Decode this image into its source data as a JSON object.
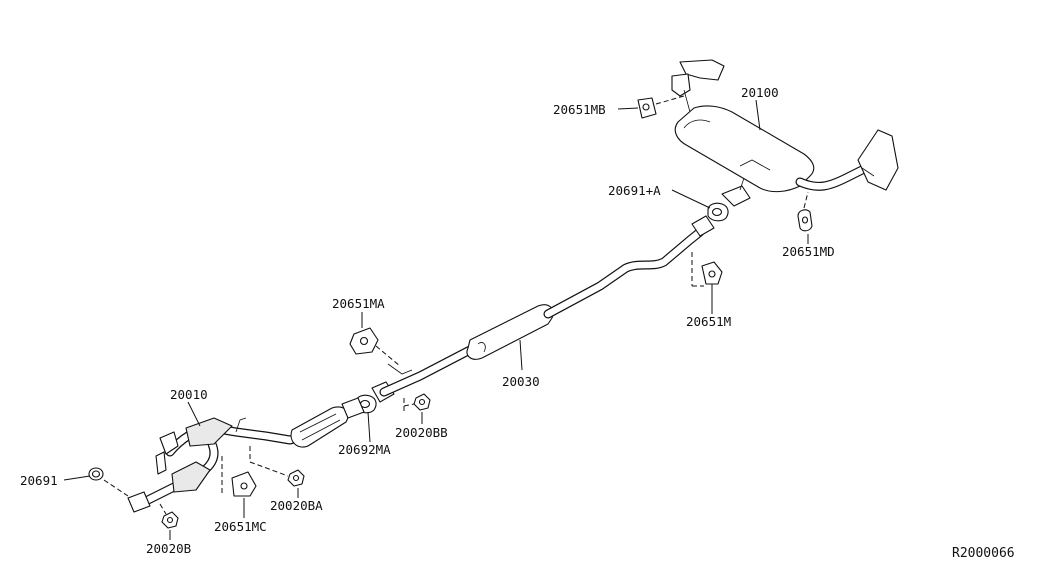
{
  "diagram": {
    "reference_code": "R2000066",
    "parts": [
      {
        "id": "muffler-assembly",
        "label": "20100"
      },
      {
        "id": "mounting-insulator-mb",
        "label": "20651MB"
      },
      {
        "id": "gasket-a",
        "label": "20691+A"
      },
      {
        "id": "mounting-insulator-md",
        "label": "20651MD"
      },
      {
        "id": "mounting-insulator-m",
        "label": "20651M"
      },
      {
        "id": "mounting-insulator-ma",
        "label": "20651MA"
      },
      {
        "id": "center-tube",
        "label": "20030"
      },
      {
        "id": "nut-bb",
        "label": "20020BB"
      },
      {
        "id": "gasket-ma",
        "label": "20692MA"
      },
      {
        "id": "front-tube",
        "label": "20010"
      },
      {
        "id": "gasket",
        "label": "20691"
      },
      {
        "id": "nut-ba",
        "label": "20020BA"
      },
      {
        "id": "mounting-insulator-mc",
        "label": "20651MC"
      },
      {
        "id": "nut-b",
        "label": "20020B"
      }
    ]
  }
}
